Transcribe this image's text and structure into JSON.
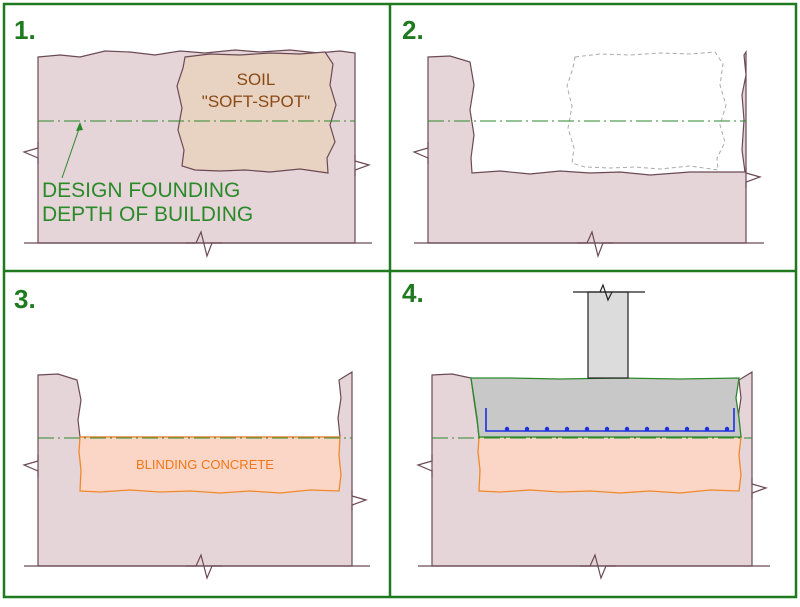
{
  "colors": {
    "frame_green": "#1f7a1f",
    "ground_fill": "#e6d5d8",
    "outline": "#6b4a55",
    "soil_fill": "#e8d2c2",
    "soil_text": "#8a4a14",
    "datum_line": "#2a8a2a",
    "design_text": "#2a8a2a",
    "blinding_fill": "#fbd5c6",
    "blinding_stroke": "#f0892a",
    "blinding_text": "#f07818",
    "concrete_fill": "#c8c8c8",
    "column_fill": "#dcdcdc",
    "rebar": "#1b2fe0"
  },
  "panels": [
    {
      "step": "1."
    },
    {
      "step": "2."
    },
    {
      "step": "3."
    },
    {
      "step": "4."
    }
  ],
  "labels": {
    "soil_line1": "SOIL",
    "soil_line2": "\"SOFT-SPOT\"",
    "design_line1": "DESIGN FOUNDING",
    "design_line2": "DEPTH OF BUILDING",
    "blinding": "BLINDING CONCRETE"
  }
}
